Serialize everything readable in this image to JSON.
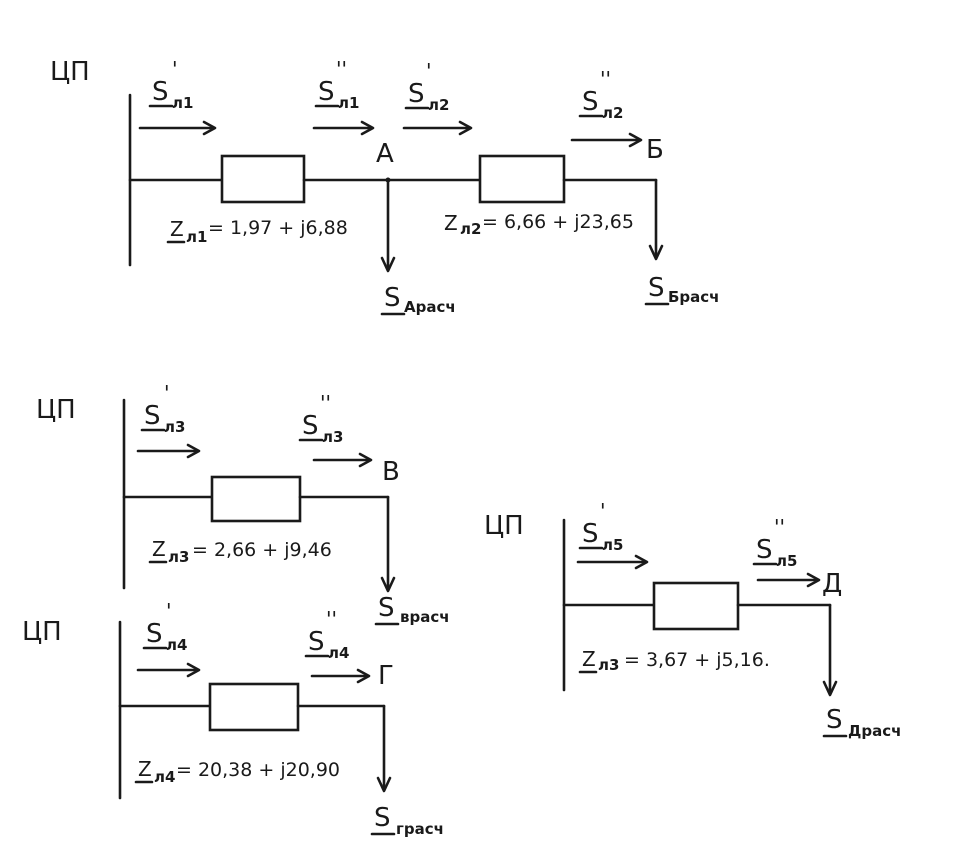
{
  "diagram1": {
    "source": "ЦП",
    "s_l1_start": "S",
    "s_l1_start_sub": "л1",
    "s_l1_start_mark": "'",
    "s_l1_end": "S",
    "s_l1_end_sub": "л1",
    "s_l1_end_mark": "''",
    "s_l2_start": "S",
    "s_l2_start_sub": "л2",
    "s_l2_start_mark": "'",
    "s_l2_end": "S",
    "s_l2_end_sub": "л2",
    "s_l2_end_mark": "''",
    "node_a": "А",
    "node_b": "Б",
    "z_l1": "= 1,97 + j6,88",
    "z_l1_sym": "Z",
    "z_l1_sub": "л1",
    "z_l2": "= 6,66 + j23,65",
    "z_l2_sym": "Z",
    "z_l2_sub": "л2",
    "load_a": "S",
    "load_a_sub": "Арасч",
    "load_b": "S",
    "load_b_sub": "Брасч"
  },
  "diagram2": {
    "source": "ЦП",
    "s_start": "S",
    "s_start_sub": "л3",
    "s_start_mark": "'",
    "s_end": "S",
    "s_end_sub": "л3",
    "s_end_mark": "''",
    "node": "В",
    "z": "= 2,66 + j9,46",
    "z_sym": "Z",
    "z_sub": "л3",
    "load": "S",
    "load_sub": "врасч"
  },
  "diagram3": {
    "source": "ЦП",
    "s_start": "S",
    "s_start_sub": "л4",
    "s_start_mark": "'",
    "s_end": "S",
    "s_end_sub": "л4",
    "s_end_mark": "''",
    "node": "Г",
    "z": "= 20,38 + j20,90",
    "z_sym": "Z",
    "z_sub": "л4",
    "load": "S",
    "load_sub": "грасч"
  },
  "diagram4": {
    "source": "ЦП",
    "s_start": "S",
    "s_start_sub": "л5",
    "s_start_mark": "'",
    "s_end": "S",
    "s_end_sub": "л5",
    "s_end_mark": "''",
    "node": "Д",
    "z": "= 3,67 + j5,16.",
    "z_sym": "Z",
    "z_sub": "л3",
    "load": "S",
    "load_sub": "Драсч"
  }
}
